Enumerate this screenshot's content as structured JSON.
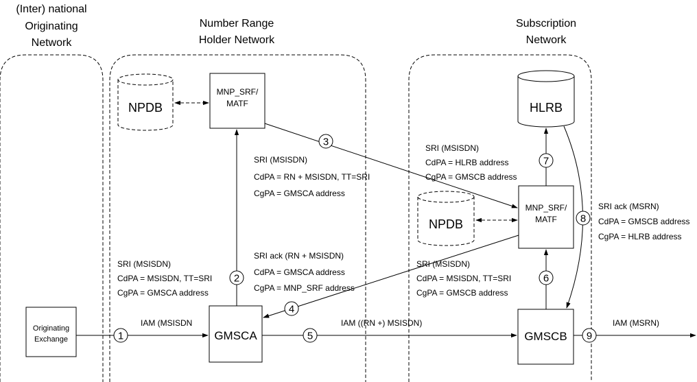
{
  "headers": {
    "originating": [
      "(Inter) national",
      "Originating",
      "Network"
    ],
    "range_holder": [
      "Number Range",
      "Holder Network"
    ],
    "subscription": [
      "Subscription",
      "Network"
    ]
  },
  "nodes": {
    "npdb_a": "NPDB",
    "mnp_srf_a": [
      "MNP_SRF/",
      "MATF"
    ],
    "hlrb": "HLRB",
    "mnp_srf_b": [
      "MNP_SRF/",
      "MATF"
    ],
    "npdb_b": "NPDB",
    "originating_exchange": [
      "Originating",
      "Exchange"
    ],
    "gmsca": "GMSCA",
    "gmscb": "GMSCB"
  },
  "steps": [
    "1",
    "2",
    "3",
    "4",
    "5",
    "6",
    "7",
    "8",
    "9"
  ],
  "labels": {
    "step1": "IAM (MSISDN",
    "step1_sri": [
      "SRI (MSISDN)",
      "CdPA = MSISDN, TT=SRI",
      "CgPA = GMSCA address"
    ],
    "step2": [
      "SRI (MSISDN)",
      "CdPA = RN + MSISDN, TT=SRI",
      "CgPA = GMSCA address"
    ],
    "step3": [
      "SRI (MSISDN)",
      "CdPA = HLRB address",
      "CgPA = GMSCB address"
    ],
    "step4": [
      "SRI ack (RN + MSISDN)",
      "CdPA = GMSCA address",
      "CgPA = MNP_SRF address"
    ],
    "step5": "IAM ((RN +) MSISDN)",
    "step6": [
      "SRI (MSISDN)",
      "CdPA = MSISDN, TT=SRI",
      "CgPA = GMSCB address"
    ],
    "step8": [
      "SRI ack (MSRN)",
      "CdPA = GMSCB address",
      "CgPA = HLRB address"
    ],
    "step9": "IAM (MSRN)"
  }
}
